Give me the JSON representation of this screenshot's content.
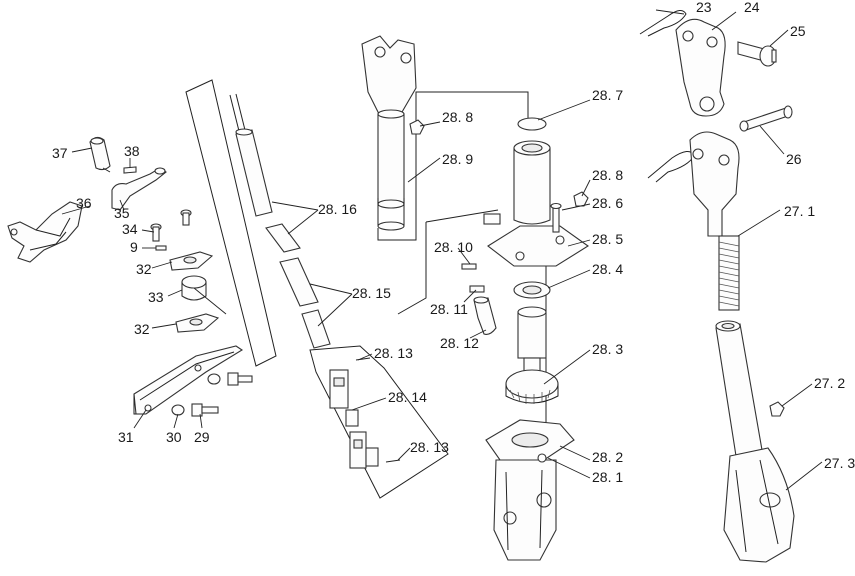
{
  "diagram": {
    "labels": {
      "p23": "23",
      "p24": "24",
      "p25": "25",
      "p26": "26",
      "p27_1": "27. 1",
      "p27_2": "27. 2",
      "p27_3": "27. 3",
      "p28_1": "28. 1",
      "p28_2": "28. 2",
      "p28_3": "28. 3",
      "p28_4": "28. 4",
      "p28_5": "28. 5",
      "p28_6": "28. 6",
      "p28_7": "28. 7",
      "p28_8a": "28. 8",
      "p28_8b": "28. 8",
      "p28_9": "28. 9",
      "p28_10": "28. 10",
      "p28_11": "28. 11",
      "p28_12": "28. 12",
      "p28_13a": "28. 13",
      "p28_13b": "28. 13",
      "p28_14": "28. 14",
      "p28_15": "28. 15",
      "p28_16": "28. 16",
      "p29": "29",
      "p30": "30",
      "p31": "31",
      "p32a": "32",
      "p32b": "32",
      "p33": "33",
      "p34": "34",
      "p35": "35",
      "p36": "36",
      "p37": "37",
      "p38": "38",
      "p9": "9"
    }
  }
}
